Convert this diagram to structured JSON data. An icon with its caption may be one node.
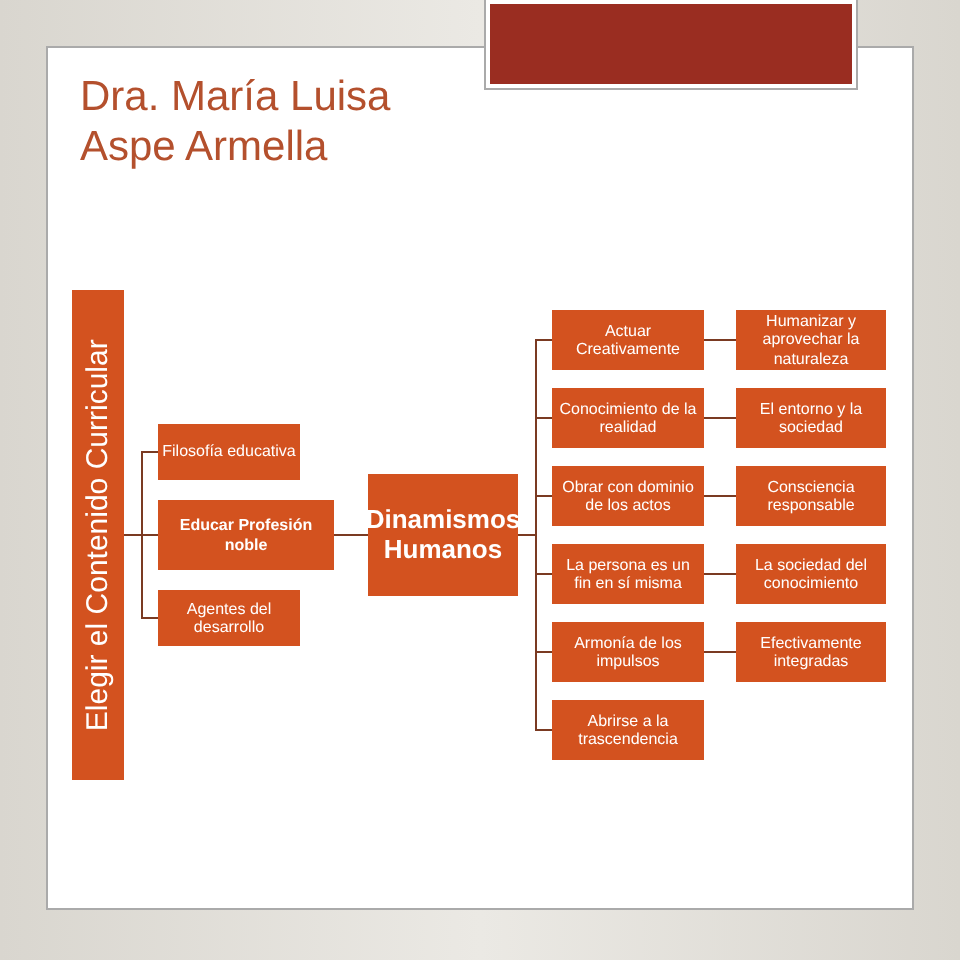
{
  "diagram": {
    "title": "Dra. María Luisa Aspe Armella",
    "nodes": [
      {
        "text": [
          "Elegir el Contenido Curricular"
        ]
      },
      {
        "text": [
          "Filosofía educativa"
        ]
      },
      {
        "text": [
          "Educar Profesión noble"
        ]
      },
      {
        "text": [
          "Agentes del desarrollo"
        ]
      },
      {
        "text": [
          "Dinamismos Humanos"
        ]
      },
      {
        "text": [
          "Actuar Creativamente"
        ]
      },
      {
        "text": [
          "Humanizar y aprovechar la naturaleza"
        ]
      },
      {
        "text": [
          "Conocimiento de la realidad"
        ]
      },
      {
        "text": [
          "El entorno y la sociedad"
        ]
      },
      {
        "text": [
          "Obrar con dominio de los actos"
        ]
      },
      {
        "text": [
          "Consciencia responsable"
        ]
      },
      {
        "text": [
          "La persona es un fin en sí misma"
        ]
      },
      {
        "text": [
          "La sociedad del conocimiento"
        ]
      },
      {
        "text": [
          "Armonía de los impulsos"
        ]
      },
      {
        "text": [
          "Efectivamente integradas"
        ]
      },
      {
        "text": [
          "Abrirse a la trascendencia"
        ]
      }
    ],
    "edges": [
      {
        "from": 0,
        "to": 1,
        "arrow": "none"
      },
      {
        "from": 0,
        "to": 2,
        "arrow": "none"
      },
      {
        "from": 0,
        "to": 3,
        "arrow": "none"
      },
      {
        "from": 2,
        "to": 4,
        "arrow": "none"
      },
      {
        "from": 4,
        "to": 5,
        "arrow": "none"
      },
      {
        "from": 4,
        "to": 7,
        "arrow": "none"
      },
      {
        "from": 4,
        "to": 9,
        "arrow": "none"
      },
      {
        "from": 4,
        "to": 11,
        "arrow": "none"
      },
      {
        "from": 4,
        "to": 13,
        "arrow": "none"
      },
      {
        "from": 4,
        "to": 15,
        "arrow": "none"
      },
      {
        "from": 5,
        "to": 6,
        "arrow": "none"
      },
      {
        "from": 7,
        "to": 8,
        "arrow": "none"
      },
      {
        "from": 9,
        "to": 10,
        "arrow": "none"
      },
      {
        "from": 11,
        "to": 12,
        "arrow": "none"
      },
      {
        "from": 13,
        "to": 14,
        "arrow": "none"
      }
    ]
  }
}
